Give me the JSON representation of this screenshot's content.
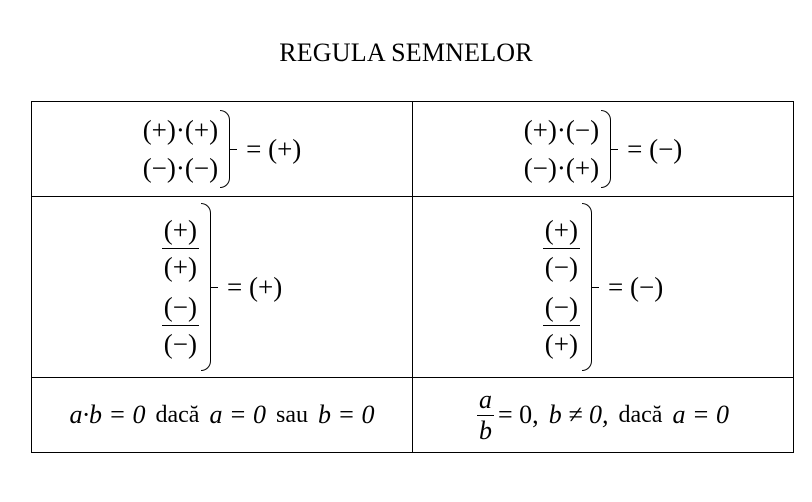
{
  "title": "REGULA SEMNELOR",
  "cells": {
    "r1c1": {
      "line1": "(+)·(+)",
      "line2": "(−)·(−)",
      "result": "= (+)"
    },
    "r1c2": {
      "line1": "(+)·(−)",
      "line2": "(−)·(+)",
      "result": "= (−)"
    },
    "r2c1": {
      "fractions": [
        {
          "num": "(+)",
          "den": "(+)"
        },
        {
          "num": "(−)",
          "den": "(−)"
        }
      ],
      "result": "= (+)"
    },
    "r2c2": {
      "fractions": [
        {
          "num": "(+)",
          "den": "(−)"
        },
        {
          "num": "(−)",
          "den": "(+)"
        }
      ],
      "result": "= (−)"
    },
    "r3c1": {
      "product": "a·b = 0",
      "word1": "dacă",
      "cond1": "a = 0",
      "word2": "sau",
      "cond2": "b = 0"
    },
    "r3c2": {
      "frac_num": "a",
      "frac_den": "b",
      "eq": "= 0,",
      "cond": "b ≠ 0,",
      "word": "dacă",
      "cond2": "a = 0"
    }
  }
}
